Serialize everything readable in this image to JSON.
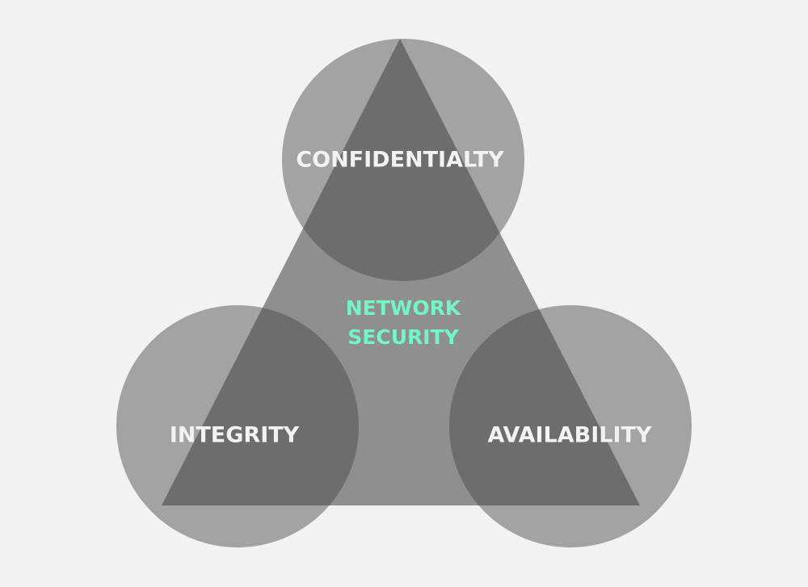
{
  "diagram": {
    "pillars": {
      "top": "CONFIDENTIALTY",
      "left": "INTEGRITY",
      "right": "AVAILABILITY"
    },
    "center": {
      "line1": "NETWORK",
      "line2": "SECURITY"
    },
    "colors": {
      "background": "#f2f2f2",
      "circle": "#a3a3a3",
      "triangle": "#8f8f8f",
      "overlap": "#6d6d6d",
      "pillar_text": "#f2f2f2",
      "center_text": "#74f5c5"
    }
  }
}
